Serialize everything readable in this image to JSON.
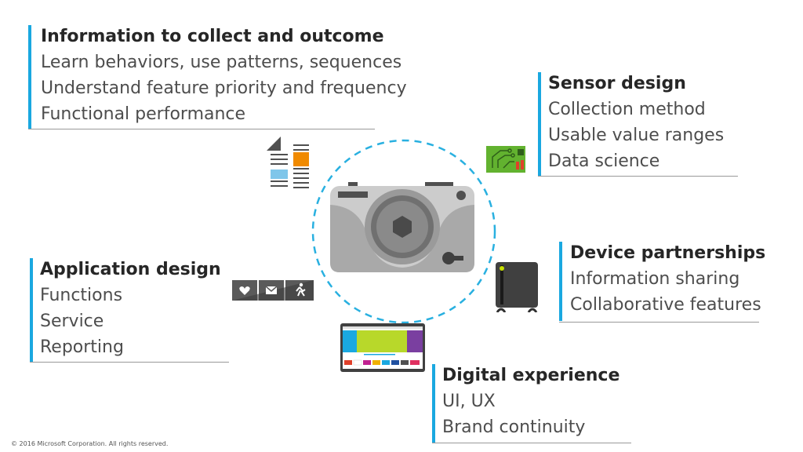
{
  "blocks": {
    "info": {
      "title": "Information to collect and outcome",
      "lines": [
        "Learn behaviors, use patterns, sequences",
        "Understand feature priority and frequency",
        "Functional performance"
      ]
    },
    "sensor": {
      "title": "Sensor design",
      "lines": [
        "Collection method",
        "Usable value ranges",
        "Data science"
      ]
    },
    "device": {
      "title": "Device partnerships",
      "lines": [
        "Information sharing",
        "Collaborative features"
      ]
    },
    "application": {
      "title": "Application design",
      "lines": [
        "Functions",
        "Service",
        "Reporting"
      ]
    },
    "digital": {
      "title": "Digital experience",
      "lines": [
        "UI, UX",
        "Brand continuity"
      ]
    }
  },
  "footer": {
    "copyright": "© 2016 Microsoft Corporation. All rights reserved."
  },
  "icons": {
    "document": "document-icon",
    "circuit": "circuit-board-icon",
    "device": "smart-device-icon",
    "app": "app-buttons-icon",
    "screen": "monitor-icon",
    "camera": "camera-icon"
  },
  "colors": {
    "accent": "#1aa8e0",
    "circle": "#29b0e0",
    "orange": "#f08a00",
    "green": "#62b22f"
  }
}
